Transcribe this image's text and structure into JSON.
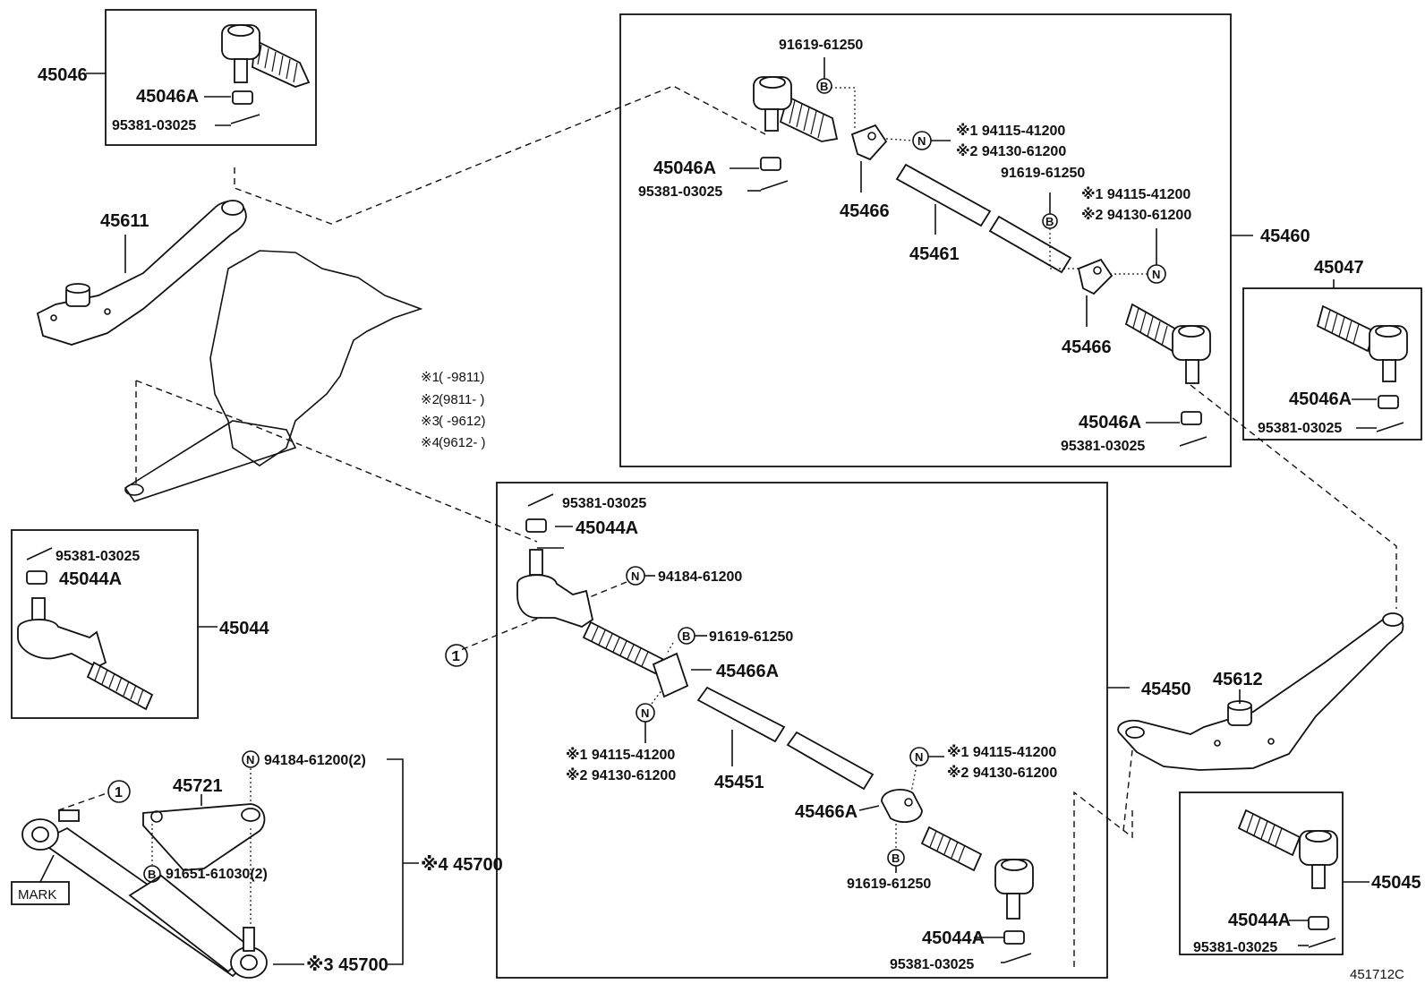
{
  "diagram_id": "451712C",
  "legend": [
    {
      "mark": "※1",
      "range": "(      -9811)"
    },
    {
      "mark": "※2",
      "range": "(9811-      )"
    },
    {
      "mark": "※3",
      "range": "(      -9612)"
    },
    {
      "mark": "※4",
      "range": "(9612-      )"
    }
  ],
  "callout_symbols": {
    "bolt": "B",
    "nut": "N",
    "ref_one": "1"
  },
  "mark_label": "MARK",
  "labels": {
    "p45046": "45046",
    "p45046A_a": "45046A",
    "p95381_a": "95381-03025",
    "p45611": "45611",
    "p91619_a": "91619-61250",
    "p45046A_b": "45046A",
    "p95381_b": "95381-03025",
    "p45466_a": "45466",
    "n1_a": "※1 94115-41200",
    "n2_a": "※2 94130-61200",
    "p45461": "45461",
    "p91619_b": "91619-61250",
    "n1_b": "※1 94115-41200",
    "n2_b": "※2 94130-61200",
    "p45460": "45460",
    "p45466_b": "45466",
    "p45046A_c": "45046A",
    "p95381_c": "95381-03025",
    "p45047": "45047",
    "p45046A_d": "45046A",
    "p95381_d": "95381-03025",
    "p95381_e": "95381-03025",
    "p45044A_a": "45044A",
    "p45044": "45044",
    "p95381_f": "95381-03025",
    "p45044A_b": "45044A",
    "p94184_a": "94184-61200",
    "p91619_c": "91619-61250",
    "p45466A_a": "45466A",
    "n1_c": "※1 94115-41200",
    "n2_c": "※2 94130-61200",
    "p45451": "45451",
    "n1_d": "※1 94115-41200",
    "n2_d": "※2 94130-61200",
    "p45466A_b": "45466A",
    "p91619_d": "91619-61250",
    "p45044A_c": "45044A",
    "p95381_g": "95381-03025",
    "p45450": "45450",
    "p45612": "45612",
    "p45045": "45045",
    "p45044A_d": "45044A",
    "p95381_h": "95381-03025",
    "p94184_b": "94184-61200(2)",
    "p45721": "45721",
    "p91651": "91651-61030(2)",
    "p45700_4": "※4 45700",
    "p45700_3": "※3 45700"
  }
}
